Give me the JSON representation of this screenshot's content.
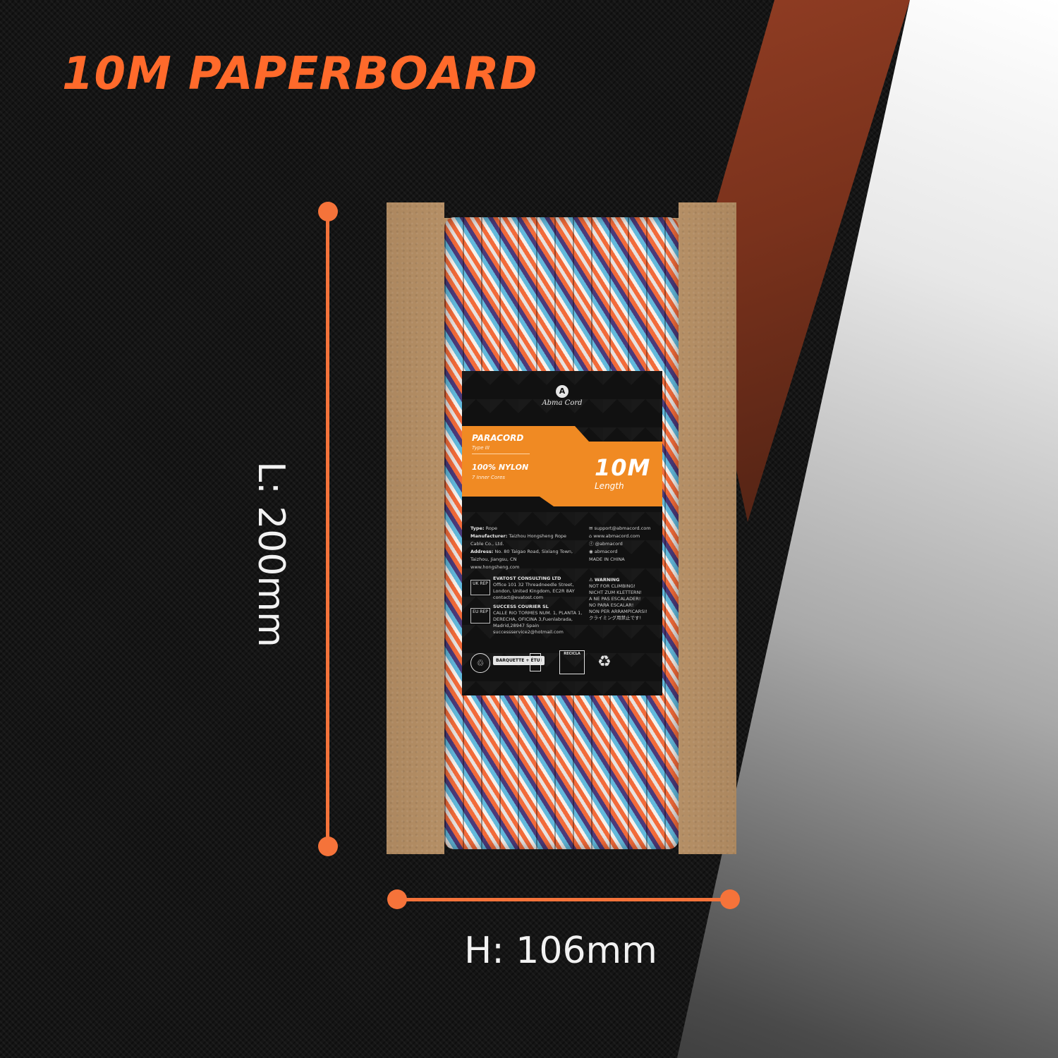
{
  "title": "10M PAPERBOARD",
  "dimensions": {
    "length_label": "L: 200mm",
    "width_label": "H: 106mm"
  },
  "label": {
    "brand": "Abma Cord",
    "product": "PARACORD",
    "type": "Type III",
    "material": "100% NYLON",
    "cores": "7 Inner Cores",
    "length_value": "10M",
    "length_word": "Length",
    "info_left": [
      {
        "key": "Type:",
        "value": "Rope"
      },
      {
        "key": "Manufacturer:",
        "value": "Taizhou Hongsheng Rope Cable Co., Ltd."
      },
      {
        "key": "Address:",
        "value": "No. 80 Taigao Road, Sixiang Town, Taizhou, Jiangsu, CN"
      },
      {
        "key": "",
        "value": "www.hongsheng.com"
      }
    ],
    "contacts": [
      {
        "icon": "mail-icon",
        "text": "support@abmacord.com"
      },
      {
        "icon": "home-icon",
        "text": "www.abmacord.com"
      },
      {
        "icon": "facebook-icon",
        "text": "@abmacord"
      },
      {
        "icon": "chat-icon",
        "text": "abmacord"
      }
    ],
    "made_in": "MADE IN CHINA",
    "uk_rep": {
      "badge": "UK REP",
      "name": "EVATOST CONSULTING LTD",
      "address": "Office 101 32 Threadneedle Street, London, United Kingdom, EC2R 8AY contact@evatost.com"
    },
    "eu_rep": {
      "badge": "EU REP",
      "name": "SUCCESS COURIER SL",
      "address": "CALLE RIO TORMES NUM. 1, PLANTA 1, DERECHA, OFICINA 3,Fuenlabrada, Madrid,28947 Spain successservice2@hotmail.com"
    },
    "warning_title": "WARNING",
    "warnings": [
      "NOT FOR CLIMBING!",
      "NICHT ZUM KLETTERN!",
      "A NE PAS ESCALADER!",
      "NO PARA ESCALAR!",
      "NON PER ARRAMPICARSI!",
      "クライミング用禁止です!"
    ],
    "recycle_badge": "BARQUETTE + ÉTUI",
    "recicla": "RECICLA",
    "accent_color": "#f08a23"
  },
  "colors": {
    "title": "#ff6a2b",
    "dimension_lines": "#f5733a",
    "background": "#151515"
  }
}
